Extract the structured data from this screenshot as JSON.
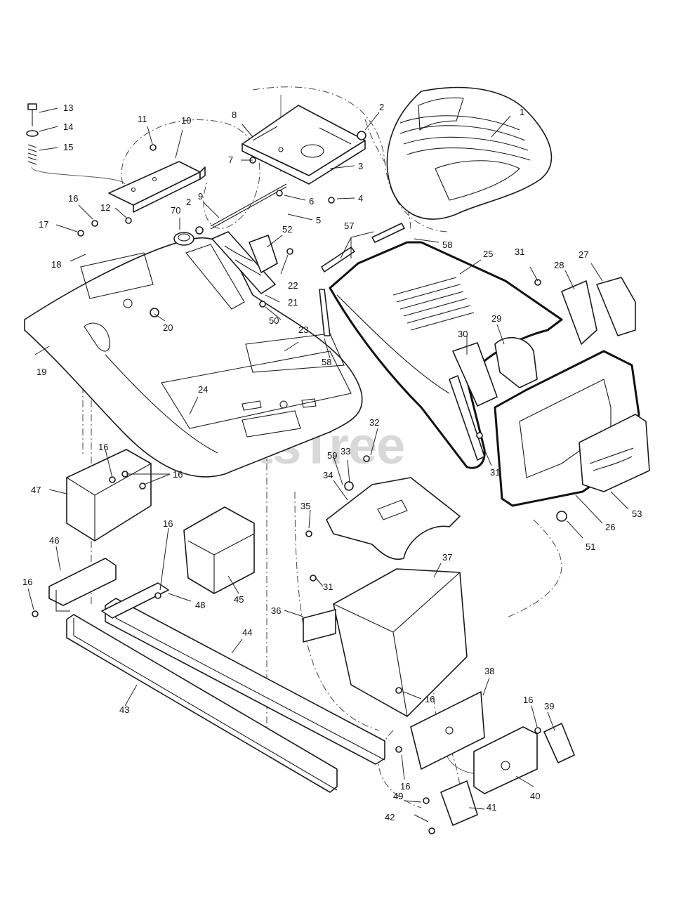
{
  "watermark": {
    "text": "PartsTree"
  },
  "callouts": {
    "n1": "1",
    "n2a": "2",
    "n2b": "2",
    "n3": "3",
    "n4": "4",
    "n5": "5",
    "n6": "6",
    "n7": "7",
    "n8": "8",
    "n9": "9",
    "n10": "10",
    "n11": "11",
    "n12": "12",
    "n13": "13",
    "n14": "14",
    "n15": "15",
    "n16a": "16",
    "n16b": "16",
    "n16c": "16",
    "n16d": "16",
    "n16e": "16",
    "n16f": "16",
    "n16g": "16",
    "n16h": "16",
    "n17": "17",
    "n18": "18",
    "n19": "19",
    "n20": "20",
    "n21": "21",
    "n22": "22",
    "n23": "23",
    "n24": "24",
    "n25": "25",
    "n26": "26",
    "n27": "27",
    "n28": "28",
    "n29": "29",
    "n30": "30",
    "n31a": "31",
    "n31b": "31",
    "n31c": "31",
    "n32": "32",
    "n33": "33",
    "n34": "34",
    "n35": "35",
    "n36": "36",
    "n37": "37",
    "n38": "38",
    "n39": "39",
    "n40": "40",
    "n41": "41",
    "n42": "42",
    "n43": "43",
    "n44": "44",
    "n45": "45",
    "n46": "46",
    "n47": "47",
    "n48": "48",
    "n49": "49",
    "n50": "50",
    "n51": "51",
    "n52": "52",
    "n53": "53",
    "n57": "57",
    "n58a": "58",
    "n58b": "58",
    "n59": "59",
    "n70": "70"
  }
}
